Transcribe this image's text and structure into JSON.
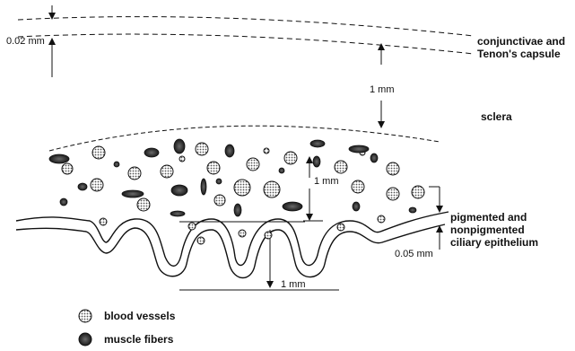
{
  "measurements": {
    "conjunctiva_thickness": "0.02 mm",
    "sclera_thickness": "1 mm",
    "ciliary_muscle_thickness": "1 mm",
    "process_height": "1 mm",
    "epithelium_thickness": "0.05 mm"
  },
  "labels": {
    "conjunctivae_line1": "conjunctivae and",
    "conjunctivae_line2": "Tenon's capsule",
    "sclera": "sclera",
    "epithelium_line1": "pigmented and",
    "epithelium_line2": "nonpigmented",
    "epithelium_line3": "ciliary epithelium"
  },
  "legend": [
    {
      "label": "blood vessels",
      "icon": "blood-vessel-icon"
    },
    {
      "label": "muscle fibers",
      "icon": "muscle-fiber-icon"
    }
  ],
  "colors": {
    "ink": "#111111",
    "dotted_fill": "#bdbdbd",
    "muscle_fill": "#3a3a3a"
  }
}
